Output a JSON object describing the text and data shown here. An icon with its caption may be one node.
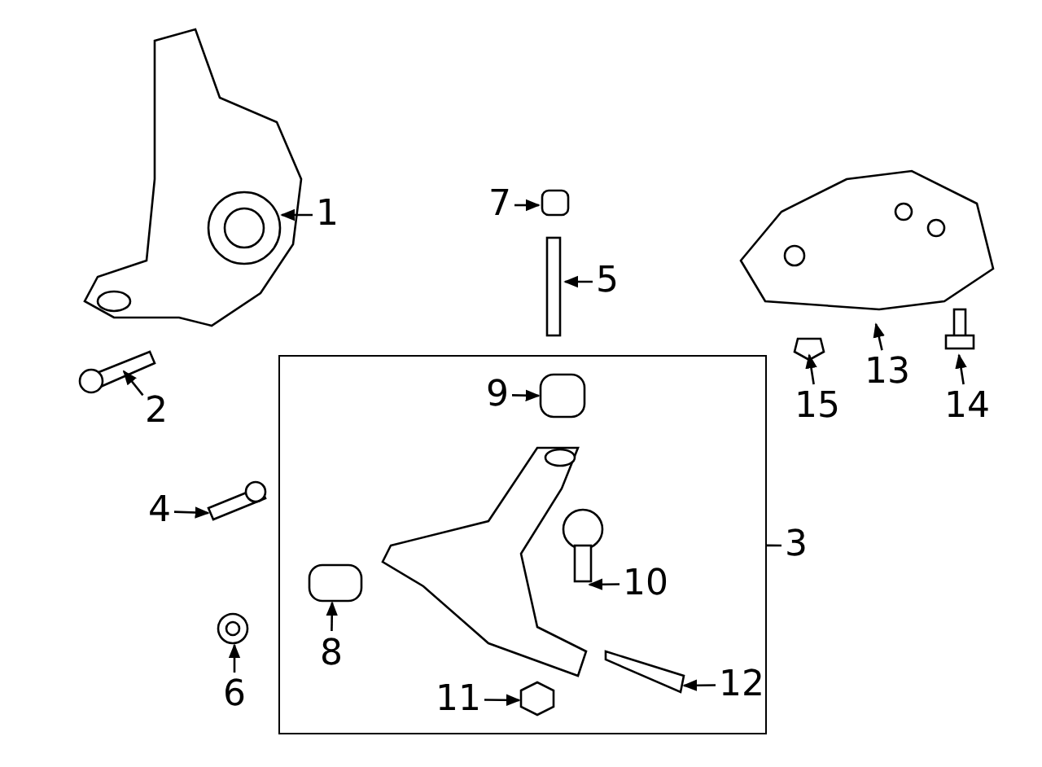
{
  "diagram": {
    "nodes": [
      {
        "text": [
          "1"
        ]
      },
      {
        "text": [
          "7"
        ]
      },
      {
        "text": [
          "5"
        ]
      },
      {
        "text": [
          "13"
        ]
      },
      {
        "text": [
          "2"
        ]
      },
      {
        "text": [
          "15"
        ]
      },
      {
        "text": [
          "14"
        ]
      },
      {
        "text": [],
        "shape": "box"
      },
      {
        "text": [
          "9"
        ],
        "in": 7
      },
      {
        "text": [
          "4"
        ]
      },
      {
        "text": [
          "3"
        ]
      },
      {
        "text": [
          "10"
        ],
        "in": 7
      },
      {
        "text": [
          "8"
        ],
        "in": 7
      },
      {
        "text": [
          "6"
        ]
      },
      {
        "text": [
          "11"
        ],
        "in": 7
      },
      {
        "text": [
          "12"
        ],
        "in": 7
      }
    ],
    "edges": [
      {
        "from": 0,
        "to": null,
        "arrow": "to"
      },
      {
        "from": 1,
        "to": null,
        "arrow": "to"
      },
      {
        "from": 2,
        "to": null,
        "arrow": "to"
      },
      {
        "from": 3,
        "to": null,
        "arrow": "to"
      },
      {
        "from": 4,
        "to": null,
        "arrow": "to"
      },
      {
        "from": 5,
        "to": null,
        "arrow": "to"
      },
      {
        "from": 6,
        "to": null,
        "arrow": "to"
      },
      {
        "from": 8,
        "to": null,
        "arrow": "to"
      },
      {
        "from": 9,
        "to": null,
        "arrow": "to"
      },
      {
        "from": 10,
        "to": 7,
        "arrow": "none"
      },
      {
        "from": 11,
        "to": null,
        "arrow": "to"
      },
      {
        "from": 12,
        "to": null,
        "arrow": "to"
      },
      {
        "from": 13,
        "to": null,
        "arrow": "to"
      },
      {
        "from": 14,
        "to": null,
        "arrow": "to"
      },
      {
        "from": 15,
        "to": null,
        "arrow": "to"
      }
    ]
  }
}
